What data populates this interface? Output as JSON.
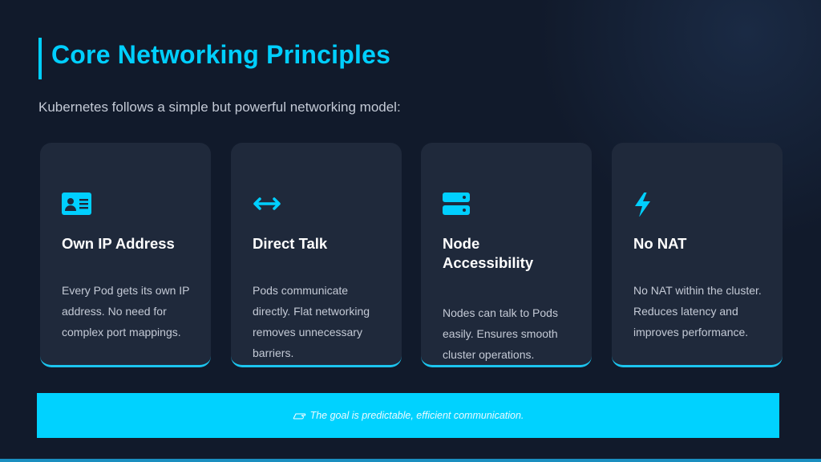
{
  "title": "Core Networking Principles",
  "subtitle": "Kubernetes follows a simple but powerful networking model:",
  "cards": [
    {
      "icon": "id-card-icon",
      "title": "Own IP Address",
      "description": "Every Pod gets its own IP address. No need for complex port mappings."
    },
    {
      "icon": "arrows-left-right-icon",
      "title": "Direct Talk",
      "description": "Pods communicate directly. Flat networking removes unnecessary barriers."
    },
    {
      "icon": "server-icon",
      "title": "Node Accessibility",
      "description": "Nodes can talk to Pods easily. Ensures smooth cluster operations."
    },
    {
      "icon": "lightning-icon",
      "title": "No NAT",
      "description": "No NAT within the cluster. Reduces latency and improves performance."
    }
  ],
  "banner": {
    "icon": "pointing-hand-icon",
    "text": "The goal is predictable, efficient communication."
  },
  "colors": {
    "accent": "#00cfff",
    "background": "#111a2b",
    "card": "#1f293b"
  }
}
